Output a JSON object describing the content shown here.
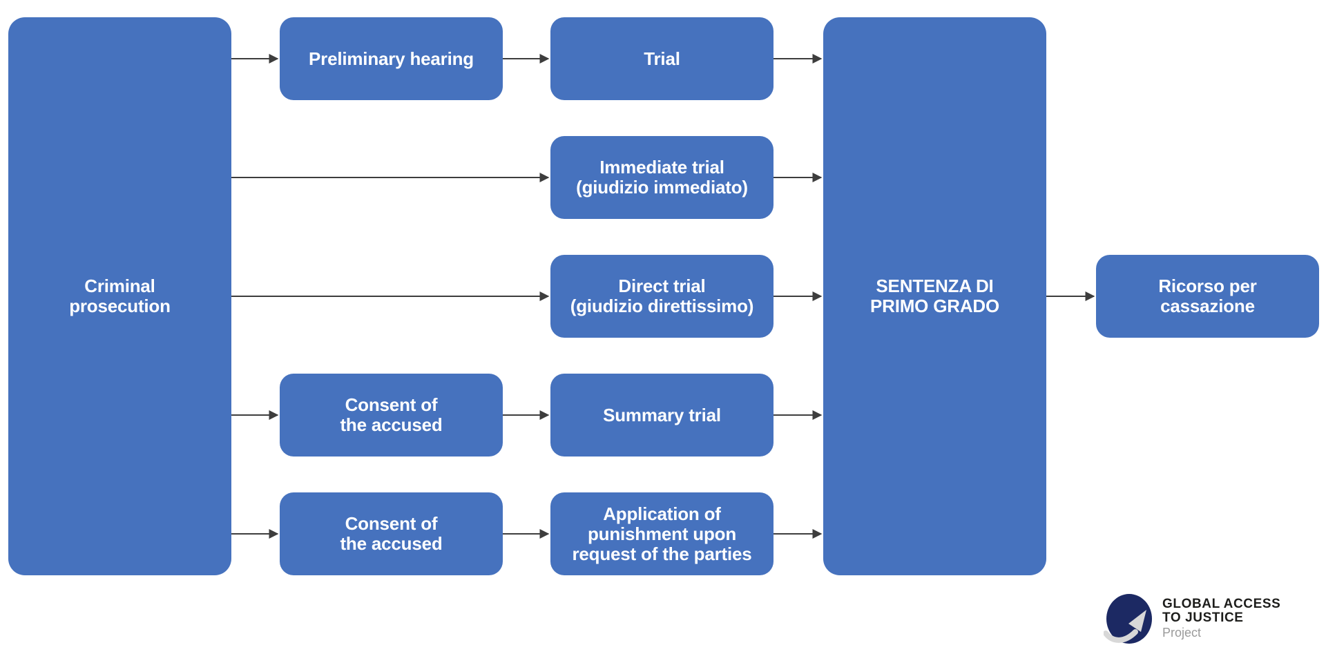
{
  "diagram": {
    "description": "Flowchart of Italian criminal prosecution proceedings leading to first-instance judgment and cassation appeal",
    "nodes": {
      "criminal_prosecution": {
        "label": "Criminal\nprosecution"
      },
      "preliminary_hearing": {
        "label": "Preliminary hearing"
      },
      "trial": {
        "label": "Trial"
      },
      "immediate_trial": {
        "label": "Immediate trial\n(giudizio immediato)"
      },
      "direct_trial": {
        "label": "Direct trial\n(giudizio direttissimo)"
      },
      "consent_of_the_accused_summary": {
        "label": "Consent of\nthe accused"
      },
      "summary_trial": {
        "label": "Summary trial"
      },
      "consent_of_the_accused_application": {
        "label": "Consent of\nthe accused"
      },
      "application_of_punishment": {
        "label": "Application of\npunishment upon\nrequest of the parties"
      },
      "sentenza_di_primo_grado": {
        "label": "SENTENZA DI\nPRIMO GRADO"
      },
      "ricorso_per_cassazione": {
        "label": "Ricorso per\ncassazione"
      }
    },
    "edges": [
      {
        "from": "criminal_prosecution",
        "to": "preliminary_hearing"
      },
      {
        "from": "preliminary_hearing",
        "to": "trial"
      },
      {
        "from": "trial",
        "to": "sentenza_di_primo_grado"
      },
      {
        "from": "criminal_prosecution",
        "to": "immediate_trial"
      },
      {
        "from": "immediate_trial",
        "to": "sentenza_di_primo_grado"
      },
      {
        "from": "criminal_prosecution",
        "to": "direct_trial"
      },
      {
        "from": "direct_trial",
        "to": "sentenza_di_primo_grado"
      },
      {
        "from": "criminal_prosecution",
        "to": "consent_of_the_accused_summary"
      },
      {
        "from": "consent_of_the_accused_summary",
        "to": "summary_trial"
      },
      {
        "from": "summary_trial",
        "to": "sentenza_di_primo_grado"
      },
      {
        "from": "criminal_prosecution",
        "to": "consent_of_the_accused_application"
      },
      {
        "from": "consent_of_the_accused_application",
        "to": "application_of_punishment"
      },
      {
        "from": "application_of_punishment",
        "to": "sentenza_di_primo_grado"
      },
      {
        "from": "sentenza_di_primo_grado",
        "to": "ricorso_per_cassazione"
      }
    ]
  },
  "logo": {
    "icon": "growth-arrow-globe-icon",
    "line1": "GLOBAL ACCESS",
    "line2": "TO JUSTICE",
    "subtitle": "Project"
  },
  "colors": {
    "background": "#ffffff",
    "node_fill": "#4672be",
    "node_text": "#ffffff",
    "arrow": "#3d3d3d",
    "logo_navy": "#1c2963",
    "logo_swoosh": "#d8d8d8",
    "logo_text": "#1d1d1b",
    "logo_subtext": "#9a9a9a"
  }
}
